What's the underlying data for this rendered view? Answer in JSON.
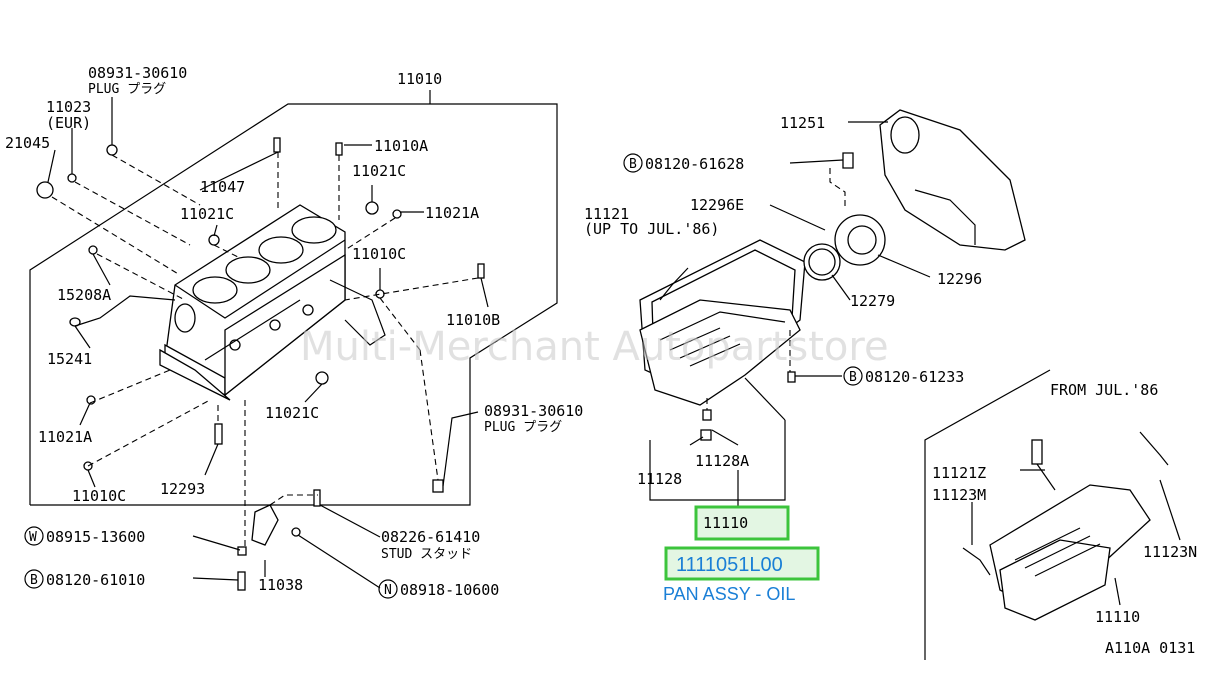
{
  "watermark": "Multi-Merchant Autopartstore",
  "figure_code": "A110A 0131",
  "labels": {
    "block": "11010",
    "plug_top": "08931-30610",
    "plug_top_sub": "PLUG プラグ",
    "l11023": "11023",
    "eur": "(EUR)",
    "l21045": "21045",
    "l11047": "11047",
    "l11021c_a": "11021C",
    "l11021c_b": "11021C",
    "l11021c_c": "11021C",
    "l11010a": "11010A",
    "l11021a_a": "11021A",
    "l11021a_b": "11021A",
    "l11010c_a": "11010C",
    "l11010c_b": "11010C",
    "l15208a": "15208A",
    "l15241": "15241",
    "l11010b": "11010B",
    "l12293": "12293",
    "plug_bot": "08931-30610",
    "plug_bot_sub": "PLUG プラグ",
    "w_num": "08915-13600",
    "b_num_1": "08120-61010",
    "l11038": "11038",
    "stud_num": "08226-61410",
    "stud_sub": "STUD スタッド",
    "n_num": "08918-10600",
    "l11251": "11251",
    "b_num_2": "08120-61628",
    "l12296e": "12296E",
    "l11121": "11121",
    "upto": "(UP TO JUL.'86)",
    "l12296": "12296",
    "l12279": "12279",
    "b_num_3": "08120-61233",
    "l11128": "11128",
    "l11128a": "11128A",
    "from": "FROM JUL.'86",
    "l11121z": "11121Z",
    "l11123m": "11123M",
    "l11123n": "11123N",
    "l11110_r": "11110"
  },
  "circle_marks": {
    "w": "W",
    "b": "B",
    "n": "N"
  },
  "highlight": {
    "ref": "11110",
    "part_number": "1111051L00",
    "part_name": "PAN ASSY - OIL",
    "box_color": "#3cc43c",
    "box_fill": "#e3f6e3",
    "accent_color": "#1a7fd6"
  }
}
